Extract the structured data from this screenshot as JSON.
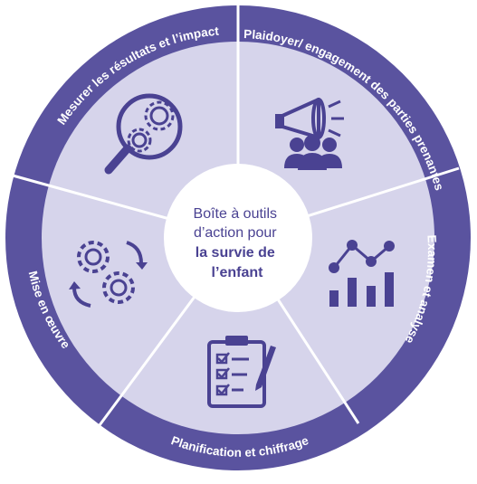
{
  "diagram": {
    "center": {
      "line1": "Boîte à outils",
      "line2": "d’action pour",
      "line3": "la survie de",
      "line4": "l’enfant"
    },
    "segments": [
      {
        "label": "Plaidoyer/ engagement des parties prenantes",
        "icon": "megaphone-crowd-icon"
      },
      {
        "label": "Examen et analyse",
        "icon": "line-bar-chart-icon"
      },
      {
        "label": "Planification et chiffrage",
        "icon": "clipboard-checklist-icon"
      },
      {
        "label": "Mise en œuvre",
        "icon": "rotating-gears-icon"
      },
      {
        "label": "Mesurer les résultats et l’impact",
        "icon": "magnifier-gears-icon"
      }
    ],
    "colors": {
      "ring": "#5a539f",
      "wedge": "#d6d4eb",
      "icon": "#4a4292",
      "text_center": "#4a4292",
      "divider": "#ffffff"
    }
  }
}
